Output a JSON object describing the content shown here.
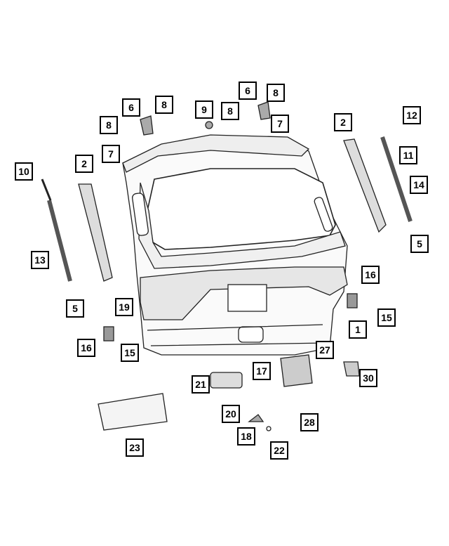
{
  "diagram": {
    "type": "exploded parts diagram",
    "callouts": [
      "6",
      "8",
      "8",
      "7",
      "9",
      "6",
      "8",
      "8",
      "7",
      "2",
      "10",
      "13",
      "5",
      "19",
      "16",
      "15",
      "2",
      "12",
      "11",
      "14",
      "5",
      "1",
      "16",
      "15",
      "27",
      "30",
      "21",
      "20",
      "17",
      "18",
      "22",
      "28",
      "23"
    ]
  }
}
